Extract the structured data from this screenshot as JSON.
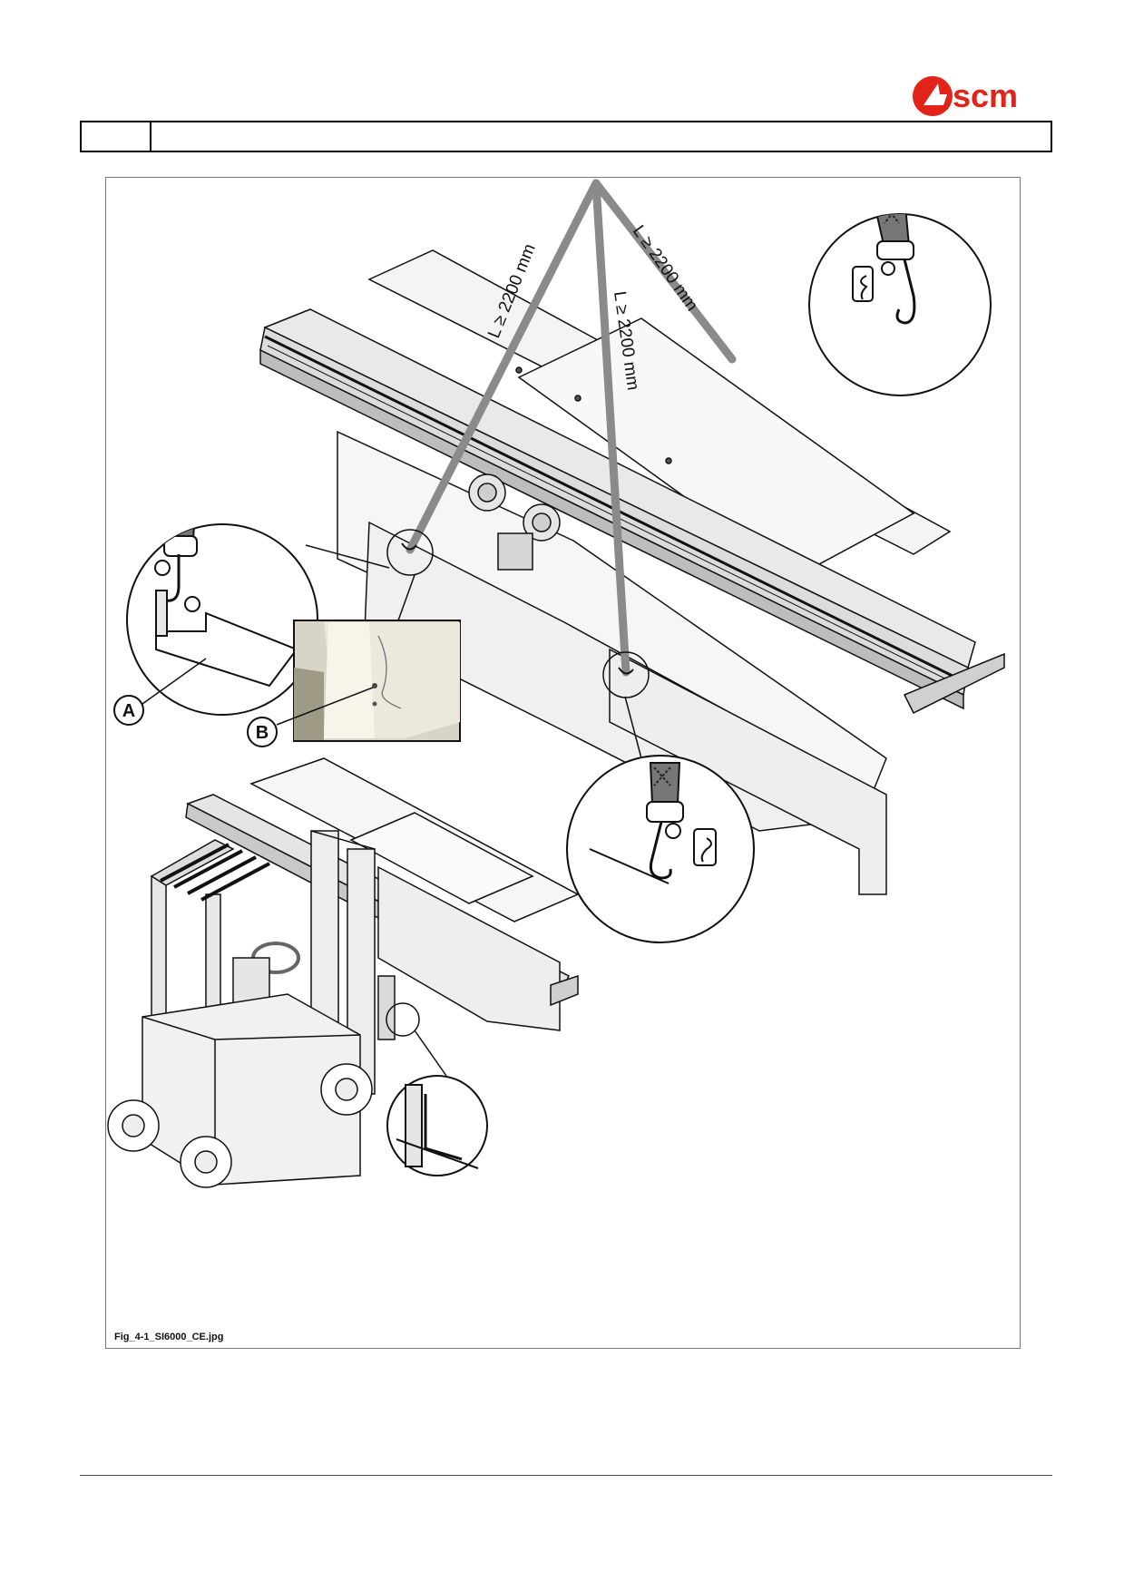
{
  "brand": {
    "logo_text": "scm",
    "color": "#e2231a"
  },
  "header": {
    "section": "",
    "title": ""
  },
  "figure": {
    "sling_label_1": "L ≥ 2200 mm",
    "sling_label_2": "L ≥ 2200 mm",
    "sling_label_3": "L ≥ 2200 mm",
    "callout_a": "A",
    "callout_b": "B",
    "caption": "Fig_4-1_SI6000_CE.jpg"
  },
  "colors": {
    "sling": "#8a8a8a",
    "line": "#111111",
    "machine_fill": "#f2f2f2"
  }
}
